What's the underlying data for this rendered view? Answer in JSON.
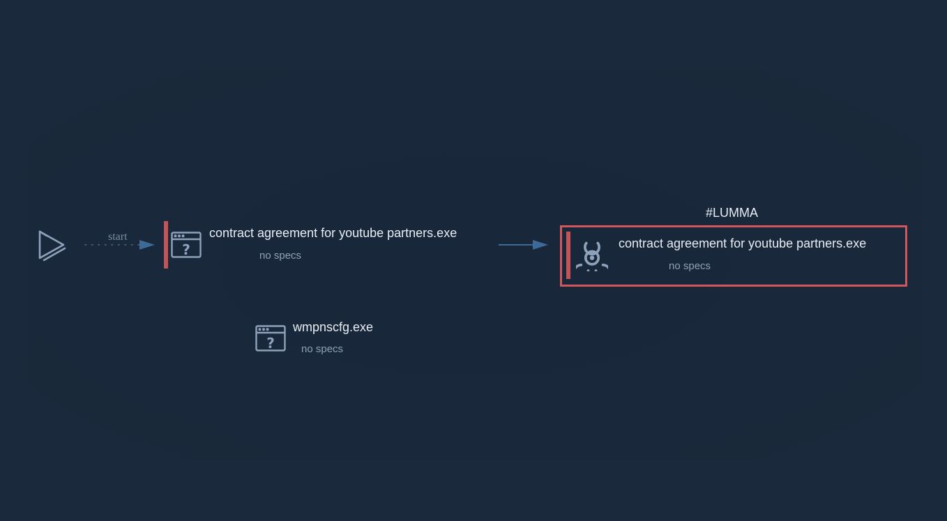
{
  "start": {
    "label": "start",
    "icon": "play-icon"
  },
  "nodes": [
    {
      "title": "contract agreement for youtube partners.exe",
      "subtitle": "no specs",
      "icon": "unknown-window-icon"
    },
    {
      "tag": "#LUMMA",
      "title": "contract agreement for youtube partners.exe",
      "subtitle": "no specs",
      "icon": "biohazard-icon"
    },
    {
      "title": "wmpnscfg.exe",
      "subtitle": "no specs",
      "icon": "unknown-window-icon"
    }
  ],
  "colors": {
    "background": "#1a293b",
    "edge": "#3d6a96",
    "malicious_accent": "#d4565c",
    "icon": "#8ea3bb"
  }
}
